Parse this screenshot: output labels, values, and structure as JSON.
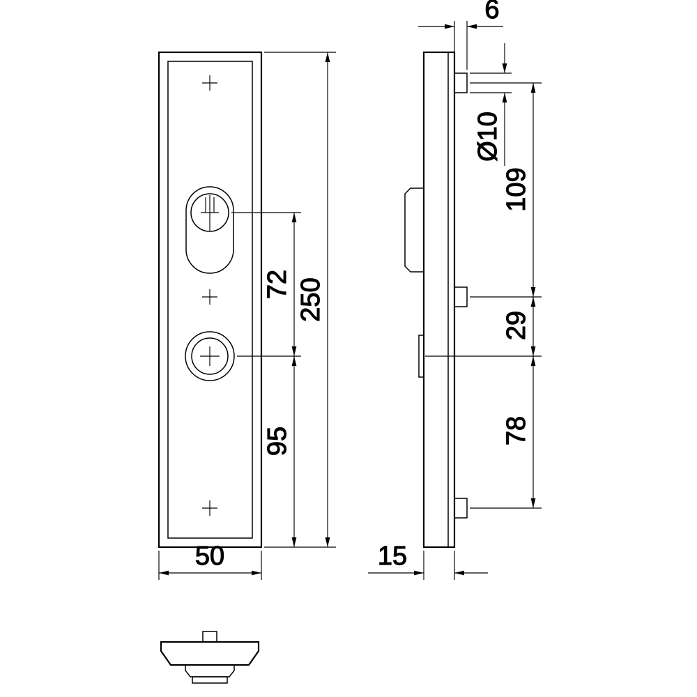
{
  "colors": {
    "line": "#000000",
    "background": "#ffffff"
  },
  "front_view": {
    "dim_hole_spacing": "72",
    "dim_height": "250",
    "dim_handle_to_bottom": "95",
    "dim_width": "50"
  },
  "side_view": {
    "dim_pin_protrusion": "6",
    "dim_pin_diameter": "Ø10",
    "dim_spacing_top": "109",
    "dim_spacing_middle": "29",
    "dim_spacing_bottom": "78",
    "dim_thickness": "15"
  }
}
